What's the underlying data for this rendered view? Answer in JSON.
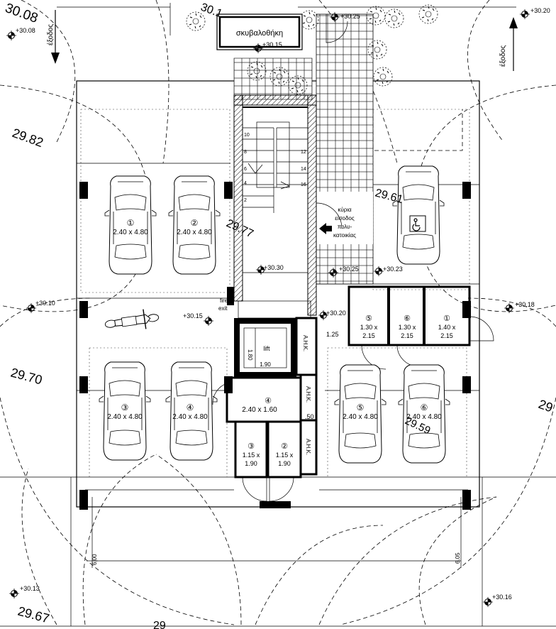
{
  "levels": {
    "top_left_big": "30.08",
    "top_left": "+30.08",
    "top_right": "+30.20",
    "top_center": "+30.25",
    "bin_level": "+30.15",
    "left_mid": "+30.10",
    "right_mid": "+30.18",
    "moto_level": "+30.15",
    "stair_level": "+30.30",
    "entrance_level": "+30.25",
    "hc_level": "+30.23",
    "storage_level": "+30.20",
    "bottom_left": "+30.13",
    "bottom_right": "+30.16",
    "contour_2982": "29.82",
    "contour_2970": "29.70",
    "contour_2967": "29.67",
    "contour_2961": "29.61",
    "contour_2977": "29.77",
    "contour_2959": "29.59",
    "contour_right": "29",
    "contour_bottom": "29",
    "contour_top": "30.1"
  },
  "labels": {
    "exit_left": "έξοδος",
    "exit_right": "έξοδος",
    "bin_room": "σκυβαλοθήκη",
    "main_entrance": [
      "κύρια",
      "είσοδος",
      "πολυ-",
      "κατοικίας"
    ],
    "fire_exit": [
      "fire",
      "exit"
    ],
    "lift": "lift",
    "lift_w": "1.90",
    "lift_h": "1.80",
    "ahk1": "Α.Η.Κ.",
    "ahk2": "Α.Η.Κ.",
    "ahk3": "Α.Η.Κ.",
    "dim_125": "1.25",
    "dim_50": ".50",
    "dim_600": "6.00",
    "dim_605": "6.05"
  },
  "stairs": [
    "10",
    "8",
    "6",
    "4",
    "2",
    "12",
    "14",
    "16"
  ],
  "parking": [
    {
      "num": "①",
      "size": "2.40 x 4.80"
    },
    {
      "num": "②",
      "size": "2.40 x 4.80"
    },
    {
      "num": "③",
      "size": "2.40 x 4.80"
    },
    {
      "num": "④",
      "size": "2.40 x 4.80"
    },
    {
      "num": "⑤",
      "size": "2.40 x 4.80"
    },
    {
      "num": "⑥",
      "size": "2.40 x 4.80"
    }
  ],
  "storage": [
    {
      "num": "⑤",
      "w": "1.30 x",
      "h": "2.15"
    },
    {
      "num": "⑥",
      "w": "1.30 x",
      "h": "2.15"
    },
    {
      "num": "①",
      "w": "1.40 x",
      "h": "2.15"
    },
    {
      "num": "④",
      "size": "2.40 x 1.60"
    },
    {
      "num": "③",
      "w": "1.15 x",
      "h": "1.90"
    },
    {
      "num": "②",
      "w": "1.15 x",
      "h": "1.90"
    }
  ]
}
